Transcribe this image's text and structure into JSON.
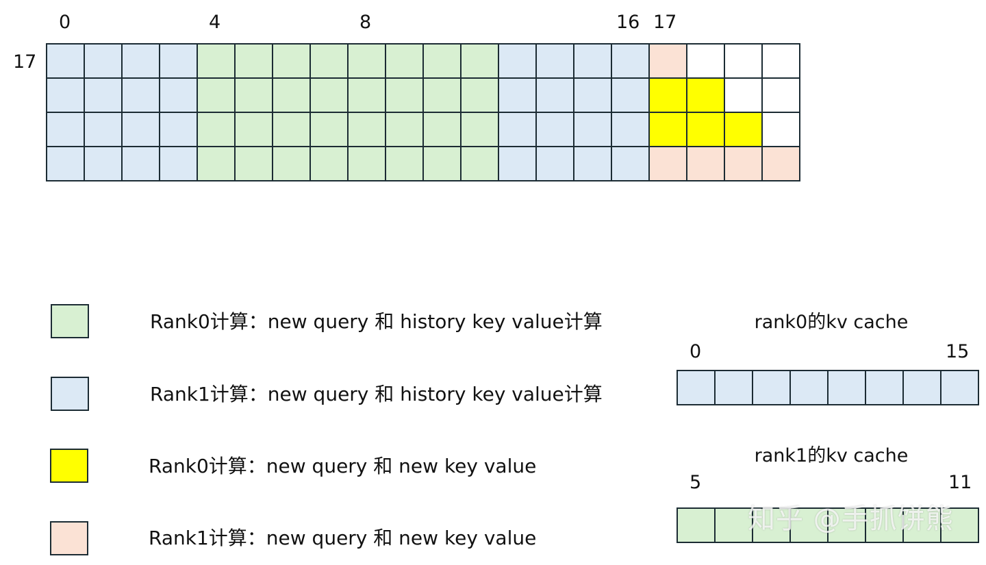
{
  "colors": {
    "rank0_history": "#d8f0d2",
    "rank1_history": "#dce9f5",
    "rank0_new": "#ffff00",
    "rank1_new": "#fbe2d5",
    "empty": "#ffffff",
    "border": "#1b2b33"
  },
  "main_grid": {
    "col_labels": [
      "0",
      "4",
      "8",
      "16",
      "17"
    ],
    "row_label": "17",
    "rows": [
      [
        "b",
        "b",
        "b",
        "b",
        "g",
        "g",
        "g",
        "g",
        "g",
        "g",
        "g",
        "g",
        "b",
        "b",
        "b",
        "b",
        "p",
        "w",
        "w",
        "w"
      ],
      [
        "b",
        "b",
        "b",
        "b",
        "g",
        "g",
        "g",
        "g",
        "g",
        "g",
        "g",
        "g",
        "b",
        "b",
        "b",
        "b",
        "y",
        "y",
        "w",
        "w"
      ],
      [
        "b",
        "b",
        "b",
        "b",
        "g",
        "g",
        "g",
        "g",
        "g",
        "g",
        "g",
        "g",
        "b",
        "b",
        "b",
        "b",
        "y",
        "y",
        "y",
        "w"
      ],
      [
        "b",
        "b",
        "b",
        "b",
        "g",
        "g",
        "g",
        "g",
        "g",
        "g",
        "g",
        "g",
        "b",
        "b",
        "b",
        "b",
        "p",
        "p",
        "p",
        "p"
      ]
    ]
  },
  "legend": [
    {
      "kind": "g",
      "text": "Rank0计算：new query 和 history key value计算"
    },
    {
      "kind": "b",
      "text": "Rank1计算：new query 和 history key value计算"
    },
    {
      "kind": "y",
      "text": "Rank0计算：new query 和 new key value"
    },
    {
      "kind": "p",
      "text": "Rank1计算：new query 和 new key value"
    }
  ],
  "kv_cache": [
    {
      "title": "rank0的kv cache",
      "start_label": "0",
      "end_label": "15",
      "cells": [
        "b",
        "b",
        "b",
        "b",
        "b",
        "b",
        "b",
        "b"
      ]
    },
    {
      "title": "rank1的kv cache",
      "start_label": "5",
      "end_label": "11",
      "cells": [
        "g",
        "g",
        "g",
        "g",
        "g",
        "g",
        "g",
        "g"
      ]
    }
  ],
  "watermark": "知乎 @手抓饼熊"
}
